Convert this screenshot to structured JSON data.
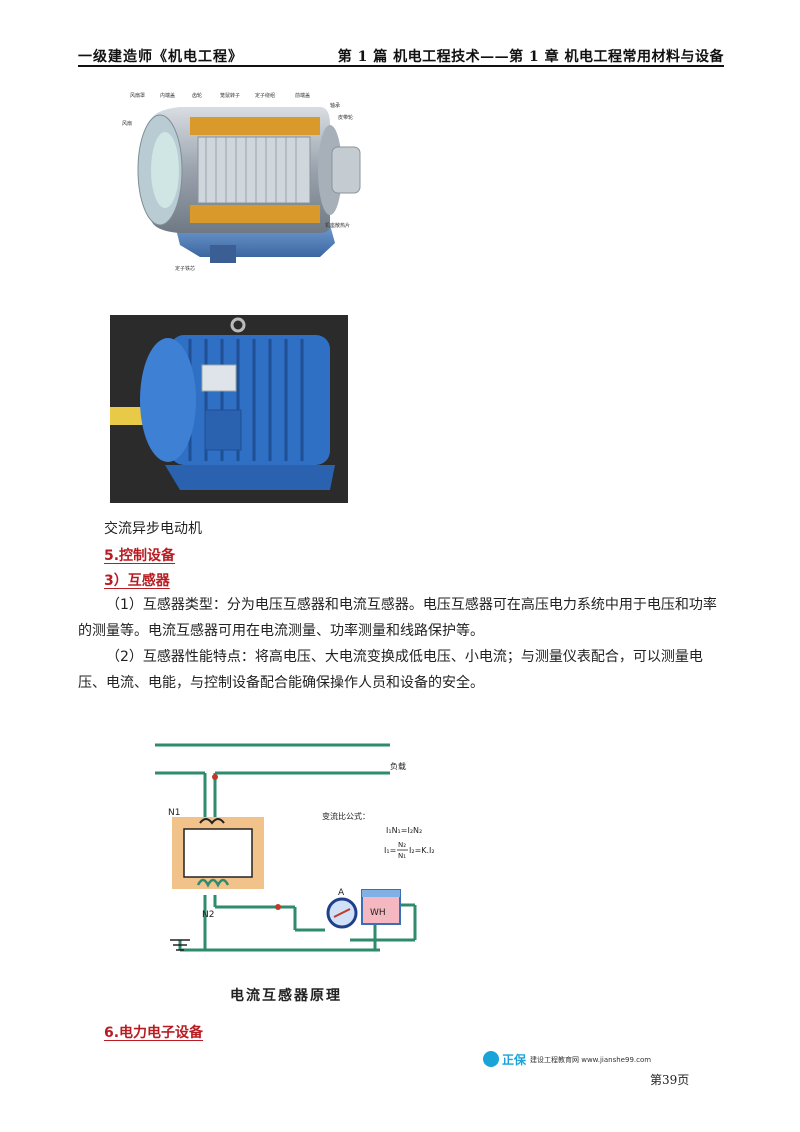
{
  "header": {
    "left": "一级建造师《机电工程》",
    "right": "第 1 篇   机电工程技术——第 1 章   机电工程常用材料与设备"
  },
  "figure_cutaway": {
    "labels": [
      "风扇罩",
      "内端盖",
      "齿轮",
      "笼鼠转子",
      "定子绕组",
      "前端盖",
      "轴承",
      "皮带轮",
      "风扇",
      "机座散热片",
      "定子铁芯"
    ]
  },
  "motor_caption": "交流异步电动机",
  "section5": "5.控制设备",
  "section3": "3）互感器",
  "para1": "（1）互感器类型：分为电压互感器和电流互感器。电压互感器可在高压电力系统中用于电压和功率的测量等。电流互感器可用在电流测量、功率测量和线路保护等。",
  "para2": "（2）互感器性能特点：将高电压、大电流变换成低电压、小电流；与测量仪表配合，可以测量电压、电流、电能，与控制设备配合能确保操作人员和设备的安全。",
  "ct_diagram": {
    "load_label": "负载",
    "formula_title": "变流比公式：",
    "formula_line1": "I₁N₁=I₂N₂",
    "formula_line2_left": "I₁=",
    "formula_frac_num": "N₂",
    "formula_frac_den": "N₁",
    "formula_line2_right": "I₂=K.I₂",
    "n1": "N1",
    "n2": "N2",
    "ammeter": "A",
    "watthour": "WH",
    "caption": "电流互感器原理"
  },
  "section6": "6.电力电子设备",
  "footer": {
    "logo_text": "正保",
    "site": "建设工程教育网 www.jianshe99.com",
    "page": "第39页"
  },
  "colors": {
    "heading_red": "#b81c22",
    "core_orange": "#f1c28a",
    "wire_green": "#2e8b6d",
    "motor_blue": "#2f6fc4",
    "logo_blue": "#1aa3d9"
  }
}
